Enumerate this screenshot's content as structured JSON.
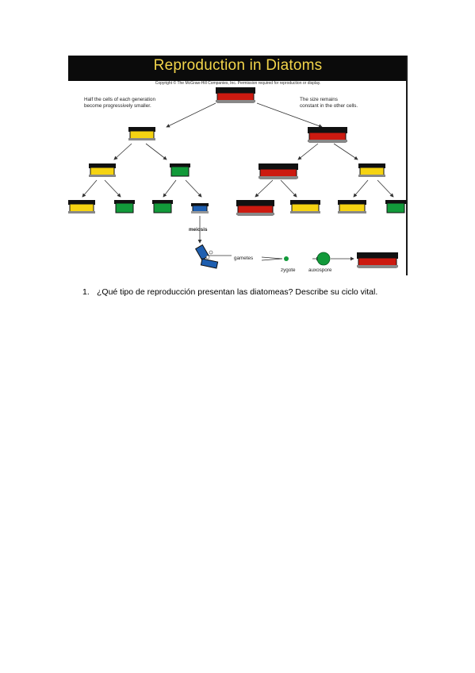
{
  "figure": {
    "title": "Reproduction in Diatoms",
    "copyright": "Copyright © The McGraw-Hill Companies, Inc. Permission required for reproduction or display.",
    "note_left": [
      "Half the cells of each generation",
      "become progressively smaller."
    ],
    "note_right": [
      "The size remains",
      "constant in the other cells."
    ],
    "label_meiosis": "meiosis",
    "label_gametes": "gametes",
    "label_zygote": "zygote",
    "label_auxospore": "auxospore",
    "colors": {
      "red": "#cc1a10",
      "yellow": "#f5d312",
      "green": "#129a3a",
      "blue": "#1f5fb0",
      "header_bg": "#0b0b0b",
      "title": "#f2d44a"
    }
  },
  "question": {
    "number": "1.",
    "text": "¿Qué tipo de reproducción presentan las diatomeas? Describe su ciclo vital."
  }
}
